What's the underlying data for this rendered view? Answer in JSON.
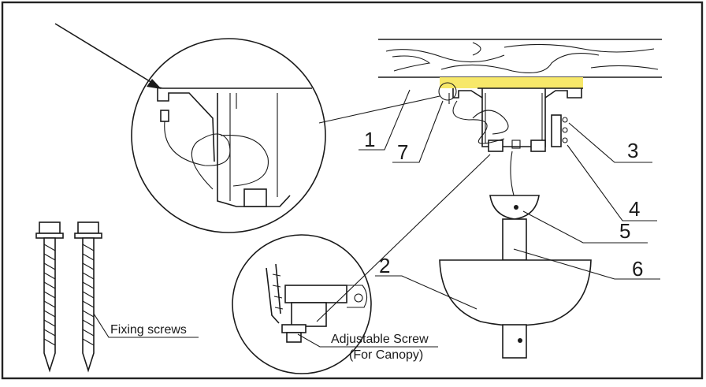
{
  "callouts": {
    "c1": "1",
    "c2": "2",
    "c3": "3",
    "c4": "4",
    "c5": "5",
    "c6": "6",
    "c7": "7"
  },
  "labels": {
    "fixing_screws": "Fixing screws",
    "adjustable_screw_line1": "Adjustable Screw",
    "adjustable_screw_line2": "(For Canopy)"
  },
  "colors": {
    "highlight": "#f7e86a",
    "ink": "#1a1a1a",
    "frame": "#222222"
  }
}
